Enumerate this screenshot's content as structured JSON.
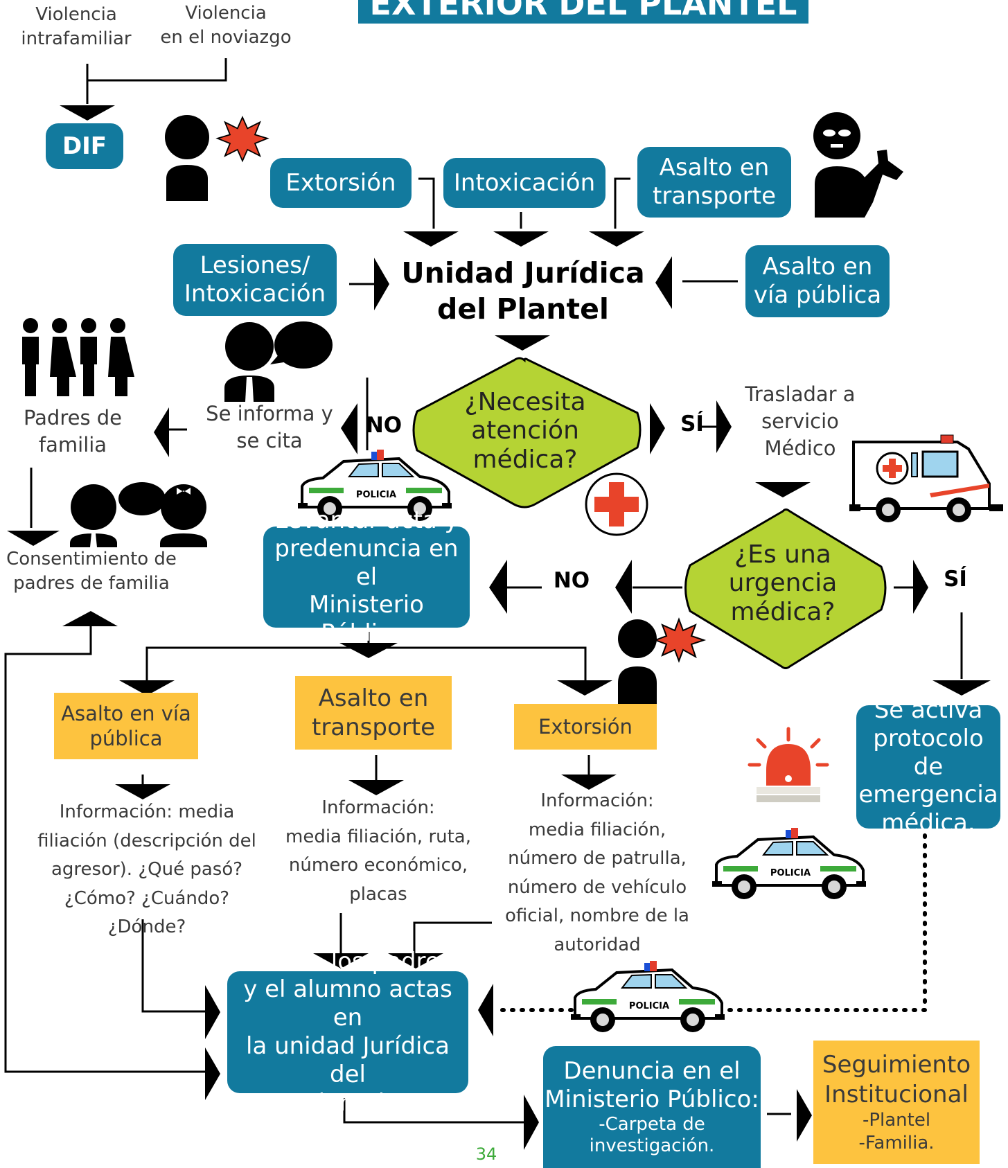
{
  "header": {
    "title": "EXTERIOR DEL PLANTEL"
  },
  "top_left": {
    "violencia_intrafamiliar": [
      "Violencia",
      "intrafamiliar"
    ],
    "violencia_noviazgo": [
      "Violencia",
      "en el noviazgo"
    ],
    "dif": "DIF"
  },
  "incidents": {
    "extorsion": "Extorsión",
    "intoxicacion": "Intoxicación",
    "asalto_transporte": [
      "Asalto en",
      "transporte"
    ],
    "lesiones": [
      "Lesiones/",
      "Intoxicación"
    ],
    "asalto_via_publica": [
      "Asalto en",
      "vía pública"
    ]
  },
  "center": {
    "unidad": [
      "Unidad Jurídica",
      "del Plantel"
    ]
  },
  "decision1": {
    "question": [
      "¿Necesita",
      "atención",
      "médica?"
    ],
    "no": "NO",
    "si": "SÍ"
  },
  "left_branch": {
    "se_informa": [
      "Se informa y",
      "se cita"
    ],
    "padres": [
      "Padres de",
      "familia"
    ],
    "consentimiento": [
      "Consentimiento de",
      "padres de familia"
    ]
  },
  "right_branch": {
    "trasladar": [
      "Trasladar a",
      "servicio",
      "Médico"
    ]
  },
  "decision2": {
    "question": [
      "¿Es una",
      "urgencia",
      "médica?"
    ],
    "no": "NO",
    "si": "SÍ"
  },
  "levantar": [
    "Levantar acta y",
    "predenuncia en el",
    "Ministerio Público."
  ],
  "cases": [
    {
      "title": [
        "Asalto en vía",
        "pública"
      ],
      "info": [
        "Información: media",
        "filiación (descripción del",
        "agresor). ¿Qué pasó?",
        "¿Cómo? ¿Cuándo?",
        "¿Dónde?"
      ]
    },
    {
      "title": [
        "Asalto en",
        "transporte"
      ],
      "info": [
        "Información:",
        "media filiación, ruta,",
        "número económico,",
        "placas"
      ]
    },
    {
      "title": [
        "Extorsión"
      ],
      "info": [
        "Información:",
        "media filiación,",
        "número de patrulla,",
        "número de vehículo",
        "oficial, nombre de la",
        "autoridad"
      ]
    }
  ],
  "protocolo": [
    "Se activa",
    "protocolo de",
    "emergencia",
    "médica."
  ],
  "firman": [
    "Firman los padres",
    "y el alumno actas en",
    "la unidad Jurídica del",
    "plantel."
  ],
  "denuncia": {
    "title": [
      "Denuncia en el",
      "Ministerio Público:"
    ],
    "items": [
      "-Carpeta de",
      "investigación."
    ]
  },
  "seguimiento": {
    "title": [
      "Seguimiento",
      "Institucional"
    ],
    "items": [
      "-Plantel",
      "-Familia."
    ]
  },
  "police_label": "POLICIA",
  "page_number": "34",
  "colors": {
    "blue": "#127a9e",
    "yellow": "#fdc33f",
    "green": "#b5d334",
    "red": "#e8442a",
    "black": "#000000"
  },
  "icons": [
    "person-alert-icon",
    "robber-icon",
    "family-icon",
    "people-talking-icon",
    "police-car-icon",
    "ambulance-icon",
    "red-cross-icon",
    "siren-icon"
  ]
}
